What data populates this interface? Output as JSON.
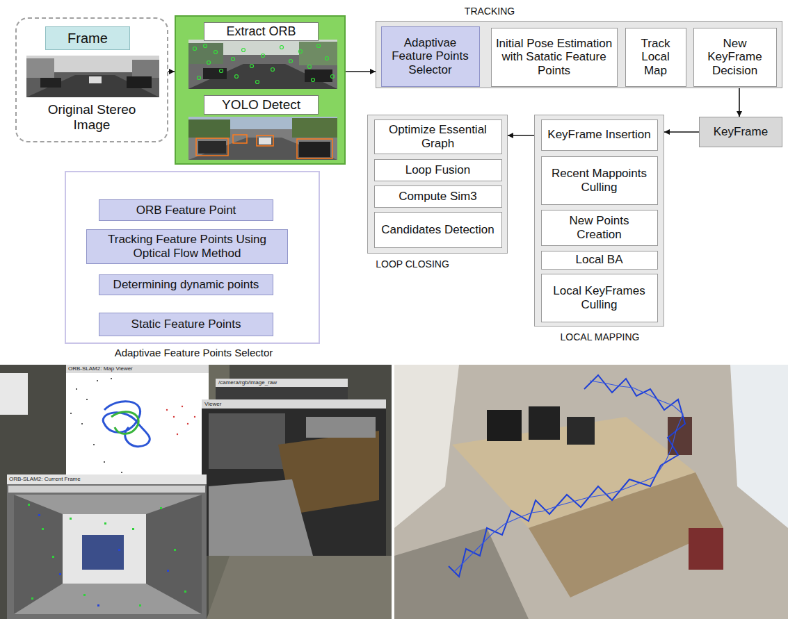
{
  "diagram": {
    "nodes": [
      {
        "text": [
          "Original Stereo Image"
        ]
      },
      {
        "text": [
          "Frame"
        ],
        "in": 0
      },
      {
        "text": []
      },
      {
        "text": [
          "Extract ORB"
        ],
        "in": 2
      },
      {
        "text": [
          "YOLO Detect"
        ],
        "in": 2
      },
      {
        "text": [
          "TRACKING"
        ]
      },
      {
        "text": [
          "Adaptivae Feature Points Selector"
        ],
        "in": 5
      },
      {
        "text": [
          "Initial Pose Estimation with Satatic Feature Points"
        ],
        "in": 5
      },
      {
        "text": [
          "Track Local Map"
        ],
        "in": 5
      },
      {
        "text": [
          "New KeyFrame Decision"
        ],
        "in": 5
      },
      {
        "text": [
          "KeyFrame"
        ]
      },
      {
        "text": [
          "LOCAL MAPPING"
        ]
      },
      {
        "text": [
          "KeyFrame Insertion"
        ],
        "in": 11
      },
      {
        "text": [
          "Recent Mappoints Culling"
        ],
        "in": 11
      },
      {
        "text": [
          "New Points Creation"
        ],
        "in": 11
      },
      {
        "text": [
          "Local BA"
        ],
        "in": 11
      },
      {
        "text": [
          "Local KeyFrames Culling"
        ],
        "in": 11
      },
      {
        "text": [
          "LOOP CLOSING"
        ]
      },
      {
        "text": [
          "Optimize Essential Graph"
        ],
        "in": 17
      },
      {
        "text": [
          "Loop Fusion"
        ],
        "in": 17
      },
      {
        "text": [
          "Compute Sim3"
        ],
        "in": 17
      },
      {
        "text": [
          "Candidates Detection"
        ],
        "in": 17
      },
      {
        "text": [
          "Adaptivae Feature Points Selector"
        ]
      },
      {
        "text": [
          "ORB Feature Point"
        ],
        "in": 22
      },
      {
        "text": [
          "Tracking Feature Points Using Optical Flow Method"
        ],
        "in": 22
      },
      {
        "text": [
          "Determining  dynamic points"
        ],
        "in": 22
      },
      {
        "text": [
          "Static Feature Points"
        ],
        "in": 22
      }
    ],
    "edges": [
      {
        "from": 0,
        "to": 2,
        "arrow": "to"
      },
      {
        "from": 2,
        "to": 5,
        "arrow": "to"
      },
      {
        "from": 5,
        "to": 10,
        "arrow": "to"
      },
      {
        "from": 10,
        "to": 11,
        "arrow": "to"
      },
      {
        "from": 11,
        "to": 17,
        "arrow": "to"
      },
      {
        "from": 23,
        "to": 24,
        "arrow": "to"
      },
      {
        "from": 24,
        "to": 25,
        "arrow": "to"
      },
      {
        "from": 25,
        "to": 26,
        "arrow": "to"
      }
    ],
    "labels": [
      "ORB-SLAM2: Map Viewer",
      "/camera/rgb/image_raw",
      "Viewer",
      "ORB-SLAM2: Current Frame"
    ]
  }
}
